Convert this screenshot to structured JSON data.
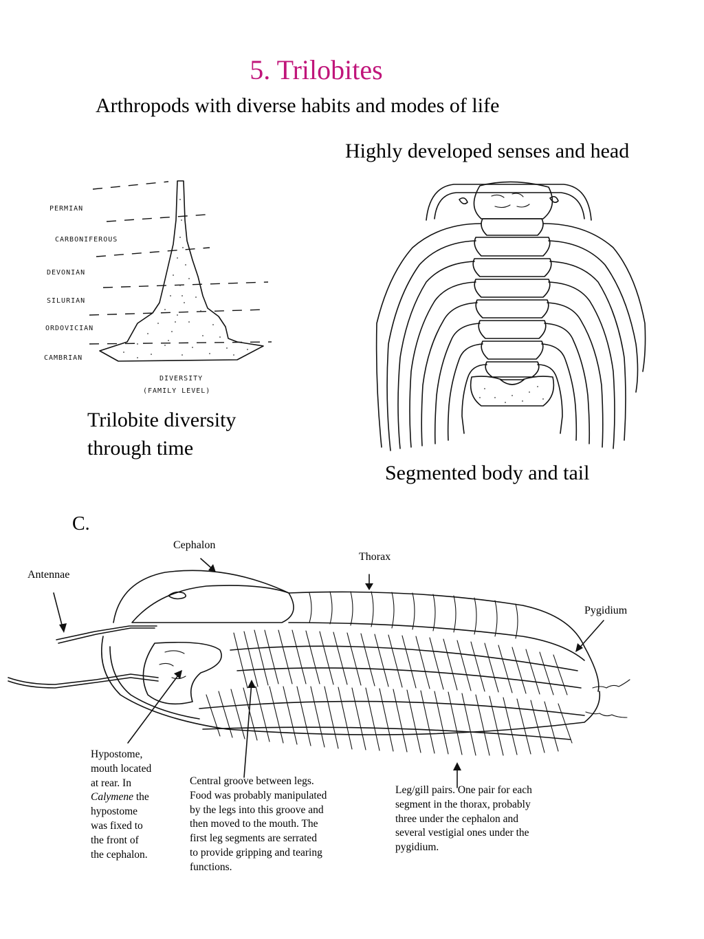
{
  "header": {
    "title": "5.  Trilobites",
    "subtitle": "Arthropods with diverse habits and modes of life"
  },
  "diversity_figure": {
    "periods": [
      "PERMIAN",
      "CARBONIFEROUS",
      "DEVONIAN",
      "SILURIAN",
      "ORDOVICIAN",
      "CAMBRIAN"
    ],
    "axis_label_line1": "DIVERSITY",
    "axis_label_line2": "(FAMILY LEVEL)",
    "caption_line1": "Trilobite diversity",
    "caption_line2": "through time"
  },
  "head_figure": {
    "heading": "Highly developed senses and head",
    "caption": "Segmented body and tail"
  },
  "anatomy_figure": {
    "part_label": "C.",
    "labels": {
      "cephalon": "Cephalon",
      "thorax": "Thorax",
      "antennae": "Antennae",
      "pygidium": "Pygidium"
    },
    "notes": {
      "hypostome": {
        "lines": [
          "Hypostome,",
          "mouth located",
          "at rear.  In"
        ],
        "genus": "Calymene",
        "after_genus": " the",
        "lines_end": [
          "hypostome",
          "was fixed to",
          "the front of",
          "the cephalon."
        ]
      },
      "groove": {
        "lines": [
          "Central groove between legs.",
          "Food was probably manipulated",
          "by the legs into this groove and",
          "then moved to the mouth.  The",
          "first leg segments are serrated",
          "to provide gripping and tearing",
          "functions."
        ]
      },
      "legs": {
        "lines": [
          "Leg/gill pairs.   One pair for each",
          "segment in the thorax, probably",
          "three under the cephalon and",
          "several vestigial ones under the",
          "pygidium."
        ]
      }
    }
  }
}
